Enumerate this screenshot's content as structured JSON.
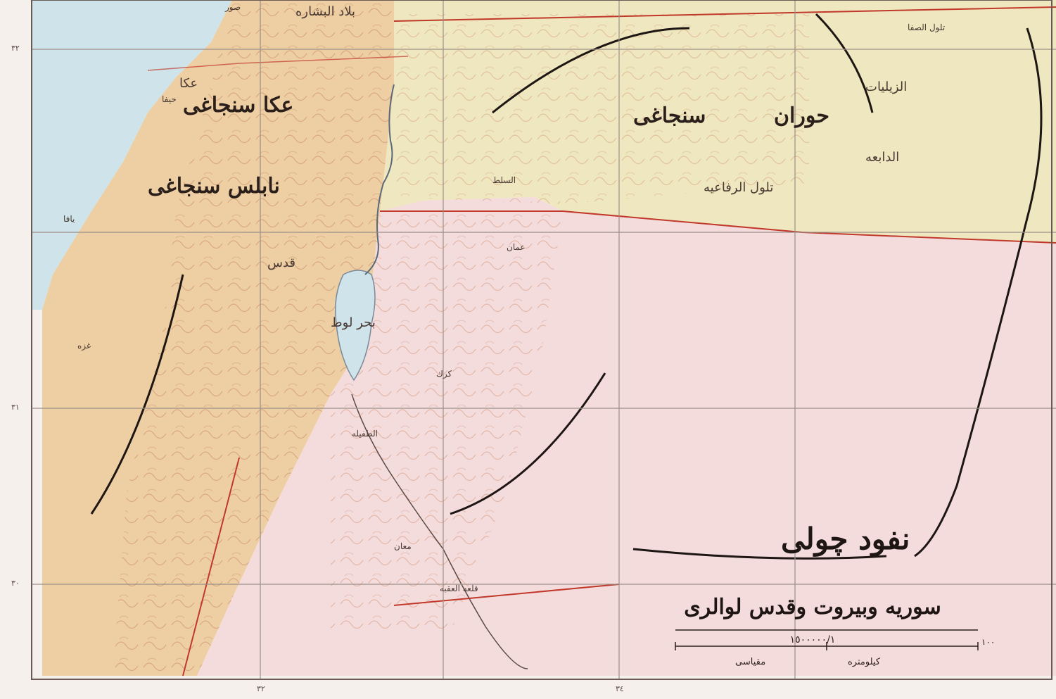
{
  "map": {
    "title": "سوريه وبيروت وقدس لوالرى",
    "scale_ratio": "١٥٠٠٠٠٠/١",
    "scale_unit": "كيلومتره",
    "scale_word": "مقياسى",
    "scale_zero": "١٠٠",
    "colors": {
      "sea": "#cfe3ea",
      "north_region": "#efe7bf",
      "south_region": "#f5dcdc",
      "west_region": "#eecfa3",
      "relief": "#c98a6a",
      "border": "#c0392b",
      "grid": "#9a8f88",
      "ink": "#2a1f1a"
    },
    "region_labels": [
      "حوران",
      "سنجاغى",
      "عكا سنجاغى",
      "نابلس سنجاغى",
      "قدس",
      "نفود چولى",
      "الزيليات"
    ],
    "place_labels": [
      "بلاد البشاره",
      "صور",
      "عكا",
      "حيفا",
      "يافا",
      "بحر لوط",
      "كرك",
      "معان",
      "تلول الصفا",
      "تلول الرفاعيه",
      "السلط",
      "عمان",
      "قلعه العقبه",
      "غزه",
      "الطفيله",
      "الدابعه"
    ],
    "grid_labels": {
      "lat": [
        "٣٢",
        "٣١",
        "٣٠"
      ],
      "lon": [
        "٣٤",
        "٣٢"
      ]
    }
  }
}
